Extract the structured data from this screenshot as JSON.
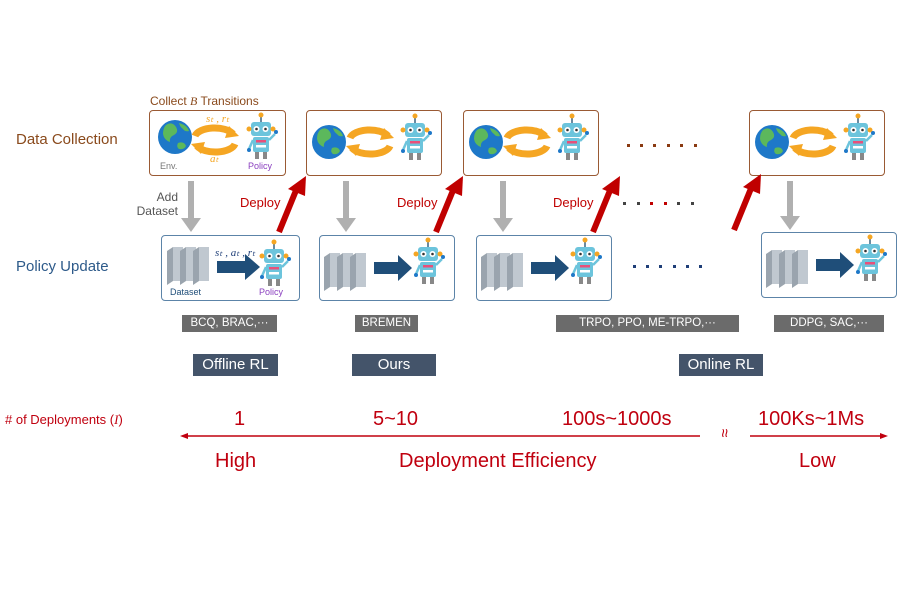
{
  "rows": {
    "data_collection": "Data Collection",
    "policy_update": "Policy Update"
  },
  "collect_title": {
    "prefix": "Collect ",
    "variable": "B",
    "suffix": " Transitions"
  },
  "first_dc_box": {
    "top_label": "sₜ , rₜ",
    "bottom_label": "aₜ",
    "env_label": "Env.",
    "policy_label": "Policy"
  },
  "first_pu_box": {
    "arrow_label": "sₜ , aₜ , rₜ",
    "dataset_label": "Dataset",
    "policy_label": "Policy"
  },
  "add_dataset_label": "Add\nDataset",
  "deploy_label": "Deploy",
  "algorithms": [
    {
      "label": "BCQ, BRAC,···"
    },
    {
      "label": "BREMEN"
    },
    {
      "label": "TRPO, PPO, ME-TRPO,···"
    },
    {
      "label": "DDPG, SAC,···"
    }
  ],
  "categories": [
    {
      "label": "Offline RL"
    },
    {
      "label": "Ours"
    },
    {
      "label": "Online RL"
    }
  ],
  "deployments": {
    "label_prefix": "# of Deployments (",
    "label_var": "I",
    "label_suffix": ")",
    "values": [
      "1",
      "5~10",
      "100s~1000s",
      "100Ks~1Ms"
    ],
    "break_symbol": "≈"
  },
  "efficiency": {
    "high": "High",
    "title": "Deployment Efficiency",
    "low": "Low"
  },
  "colors": {
    "dc_border": "#9a5a34",
    "pu_border": "#5c84a8",
    "deploy_red": "#c00000",
    "dataset_arrow": "#1f4e79",
    "gray_arrow": "#b0b0b0",
    "cycle_orange": "#f5a623"
  }
}
